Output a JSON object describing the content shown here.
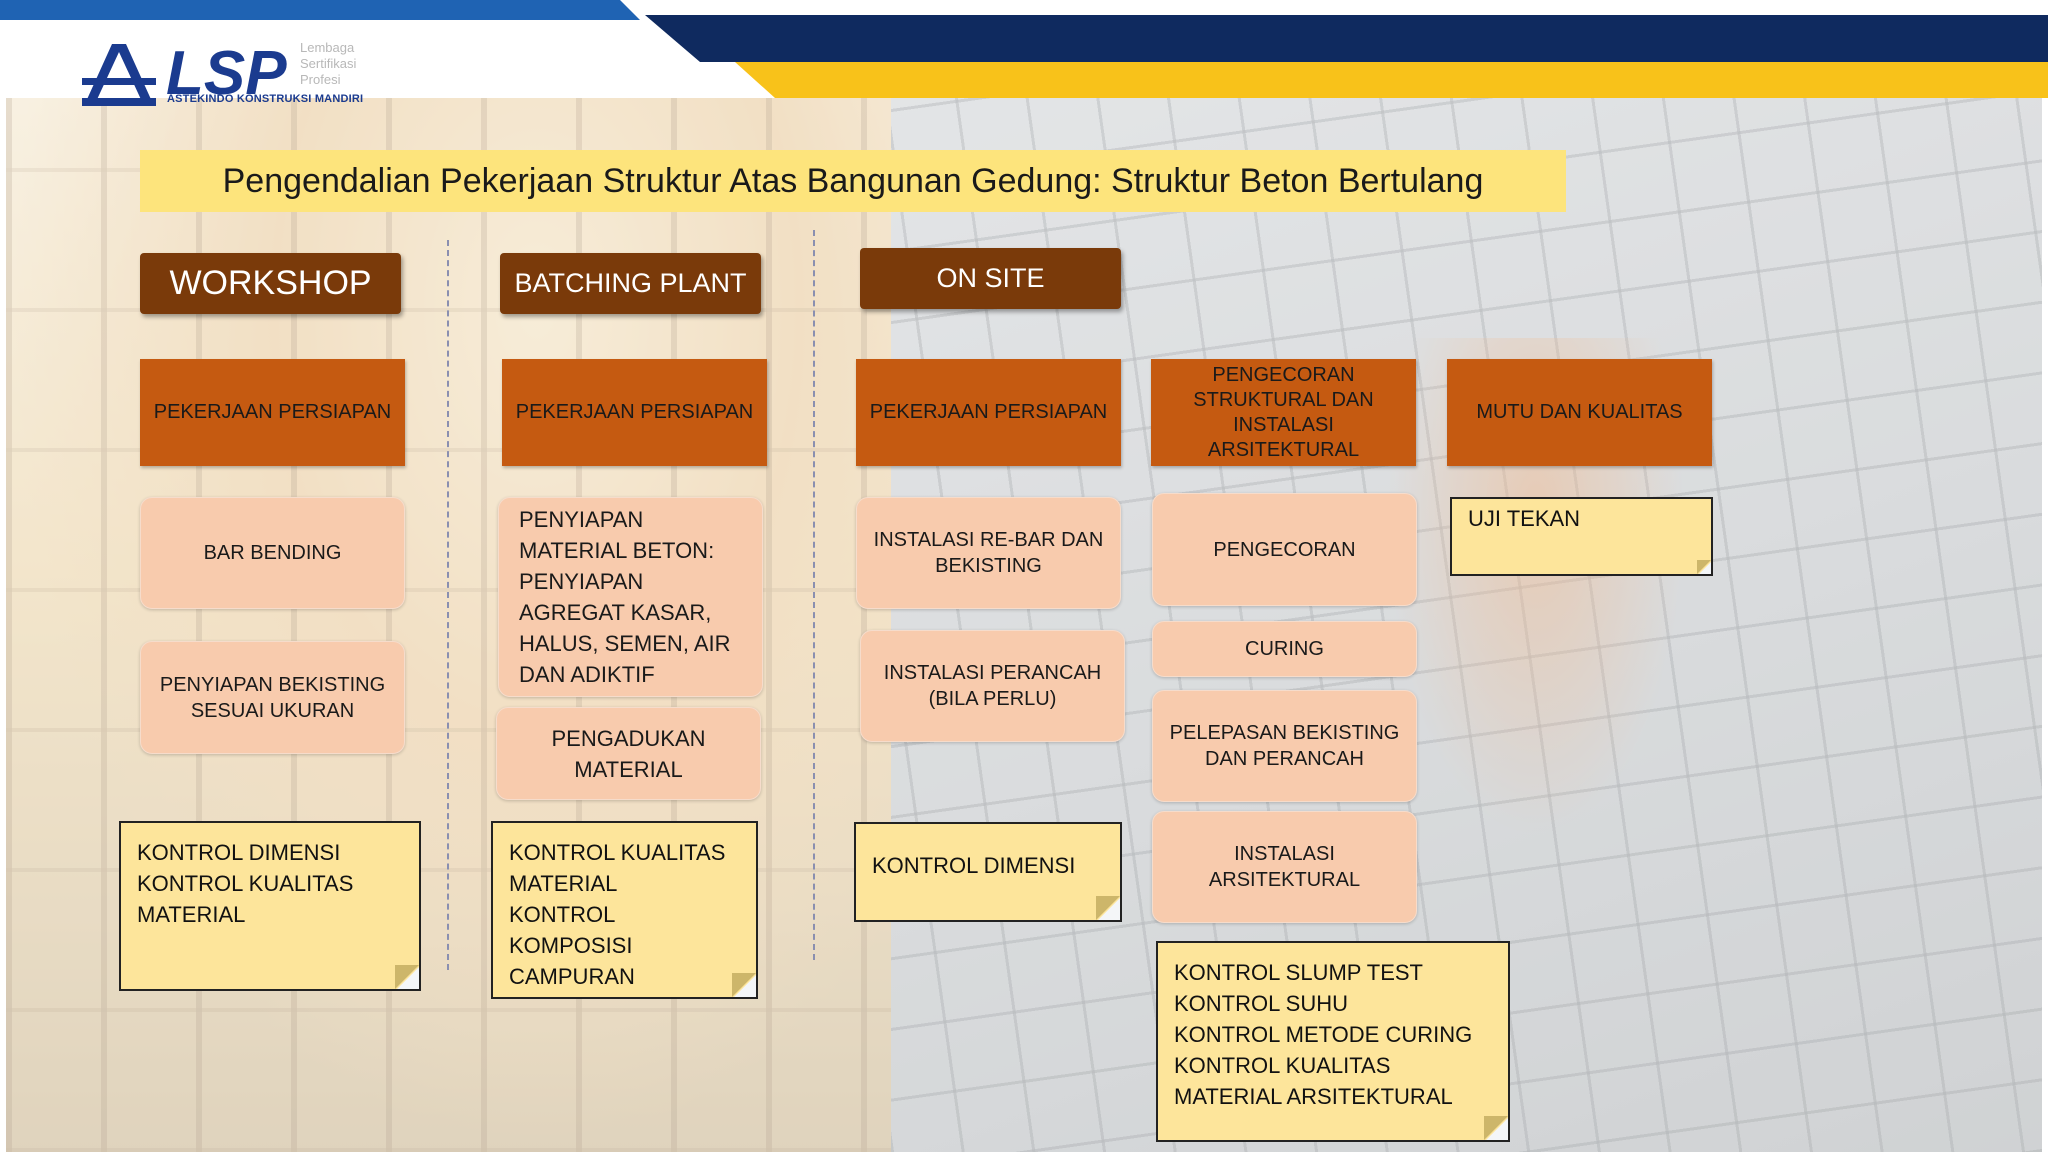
{
  "logo": {
    "mark": "LSP",
    "tagline": "ASTEKINDO KONSTRUKSI MANDIRI",
    "side_lines": [
      "Lembaga",
      "Sertifikasi",
      "Profesi"
    ],
    "icon": "tower-arch-icon"
  },
  "colors": {
    "navy": "#0f2a5f",
    "gold": "#f8c21a",
    "blue": "#1f63b3",
    "title_bg": "#fde47c",
    "tab_bg": "#7a3a0a",
    "header_bg": "#c55a11",
    "box_bg": "#f8cbad",
    "note_bg": "#fde59b"
  },
  "title": "Pengendalian Pekerjaan Struktur Atas Bangunan Gedung: Struktur Beton Bertulang",
  "sections": {
    "workshop": "WORKSHOP",
    "batching": "BATCHING PLANT",
    "onsite": "ON SITE"
  },
  "columns": {
    "workshop": {
      "header": "PEKERJAAN PERSIAPAN",
      "steps": [
        "BAR BENDING",
        "PENYIAPAN BEKISTING SESUAI UKURAN"
      ],
      "note": [
        "KONTROL DIMENSI",
        "KONTROL KUALITAS MATERIAL"
      ]
    },
    "batching": {
      "header": "PEKERJAAN PERSIAPAN",
      "steps": [
        "PENYIAPAN MATERIAL BETON: PENYIAPAN AGREGAT KASAR, HALUS, SEMEN, AIR DAN ADIKTIF",
        "PENGADUKAN MATERIAL"
      ],
      "note": [
        "KONTROL KUALITAS MATERIAL",
        "KONTROL KOMPOSISI CAMPURAN"
      ]
    },
    "onsite_prep": {
      "header": "PEKERJAAN PERSIAPAN",
      "steps": [
        "INSTALASI RE-BAR DAN BEKISTING",
        "INSTALASI PERANCAH (BILA PERLU)"
      ],
      "note": [
        "KONTROL DIMENSI"
      ]
    },
    "onsite_casting": {
      "header": "PENGECORAN STRUKTURAL DAN INSTALASI ARSITEKTURAL",
      "steps": [
        "PENGECORAN",
        "CURING",
        "PELEPASAN BEKISTING DAN PERANCAH",
        "INSTALASI ARSITEKTURAL"
      ],
      "note": [
        "KONTROL SLUMP TEST",
        "KONTROL SUHU",
        "KONTROL METODE CURING",
        "KONTROL KUALITAS MATERIAL ARSITEKTURAL"
      ]
    },
    "quality": {
      "header": "MUTU DAN KUALITAS",
      "note": [
        "UJI TEKAN"
      ]
    }
  }
}
